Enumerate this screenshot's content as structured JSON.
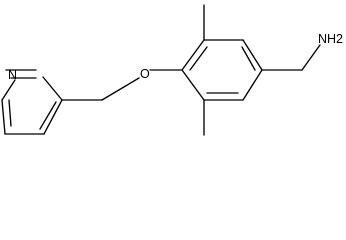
{
  "structure": {
    "atom_labels": {
      "pyridine_nitrogen": "N",
      "ether_oxygen": "O",
      "amine_group": "NH2"
    }
  },
  "colors": {
    "bond": "#000000",
    "label": "#000000",
    "background": "#ffffff"
  }
}
